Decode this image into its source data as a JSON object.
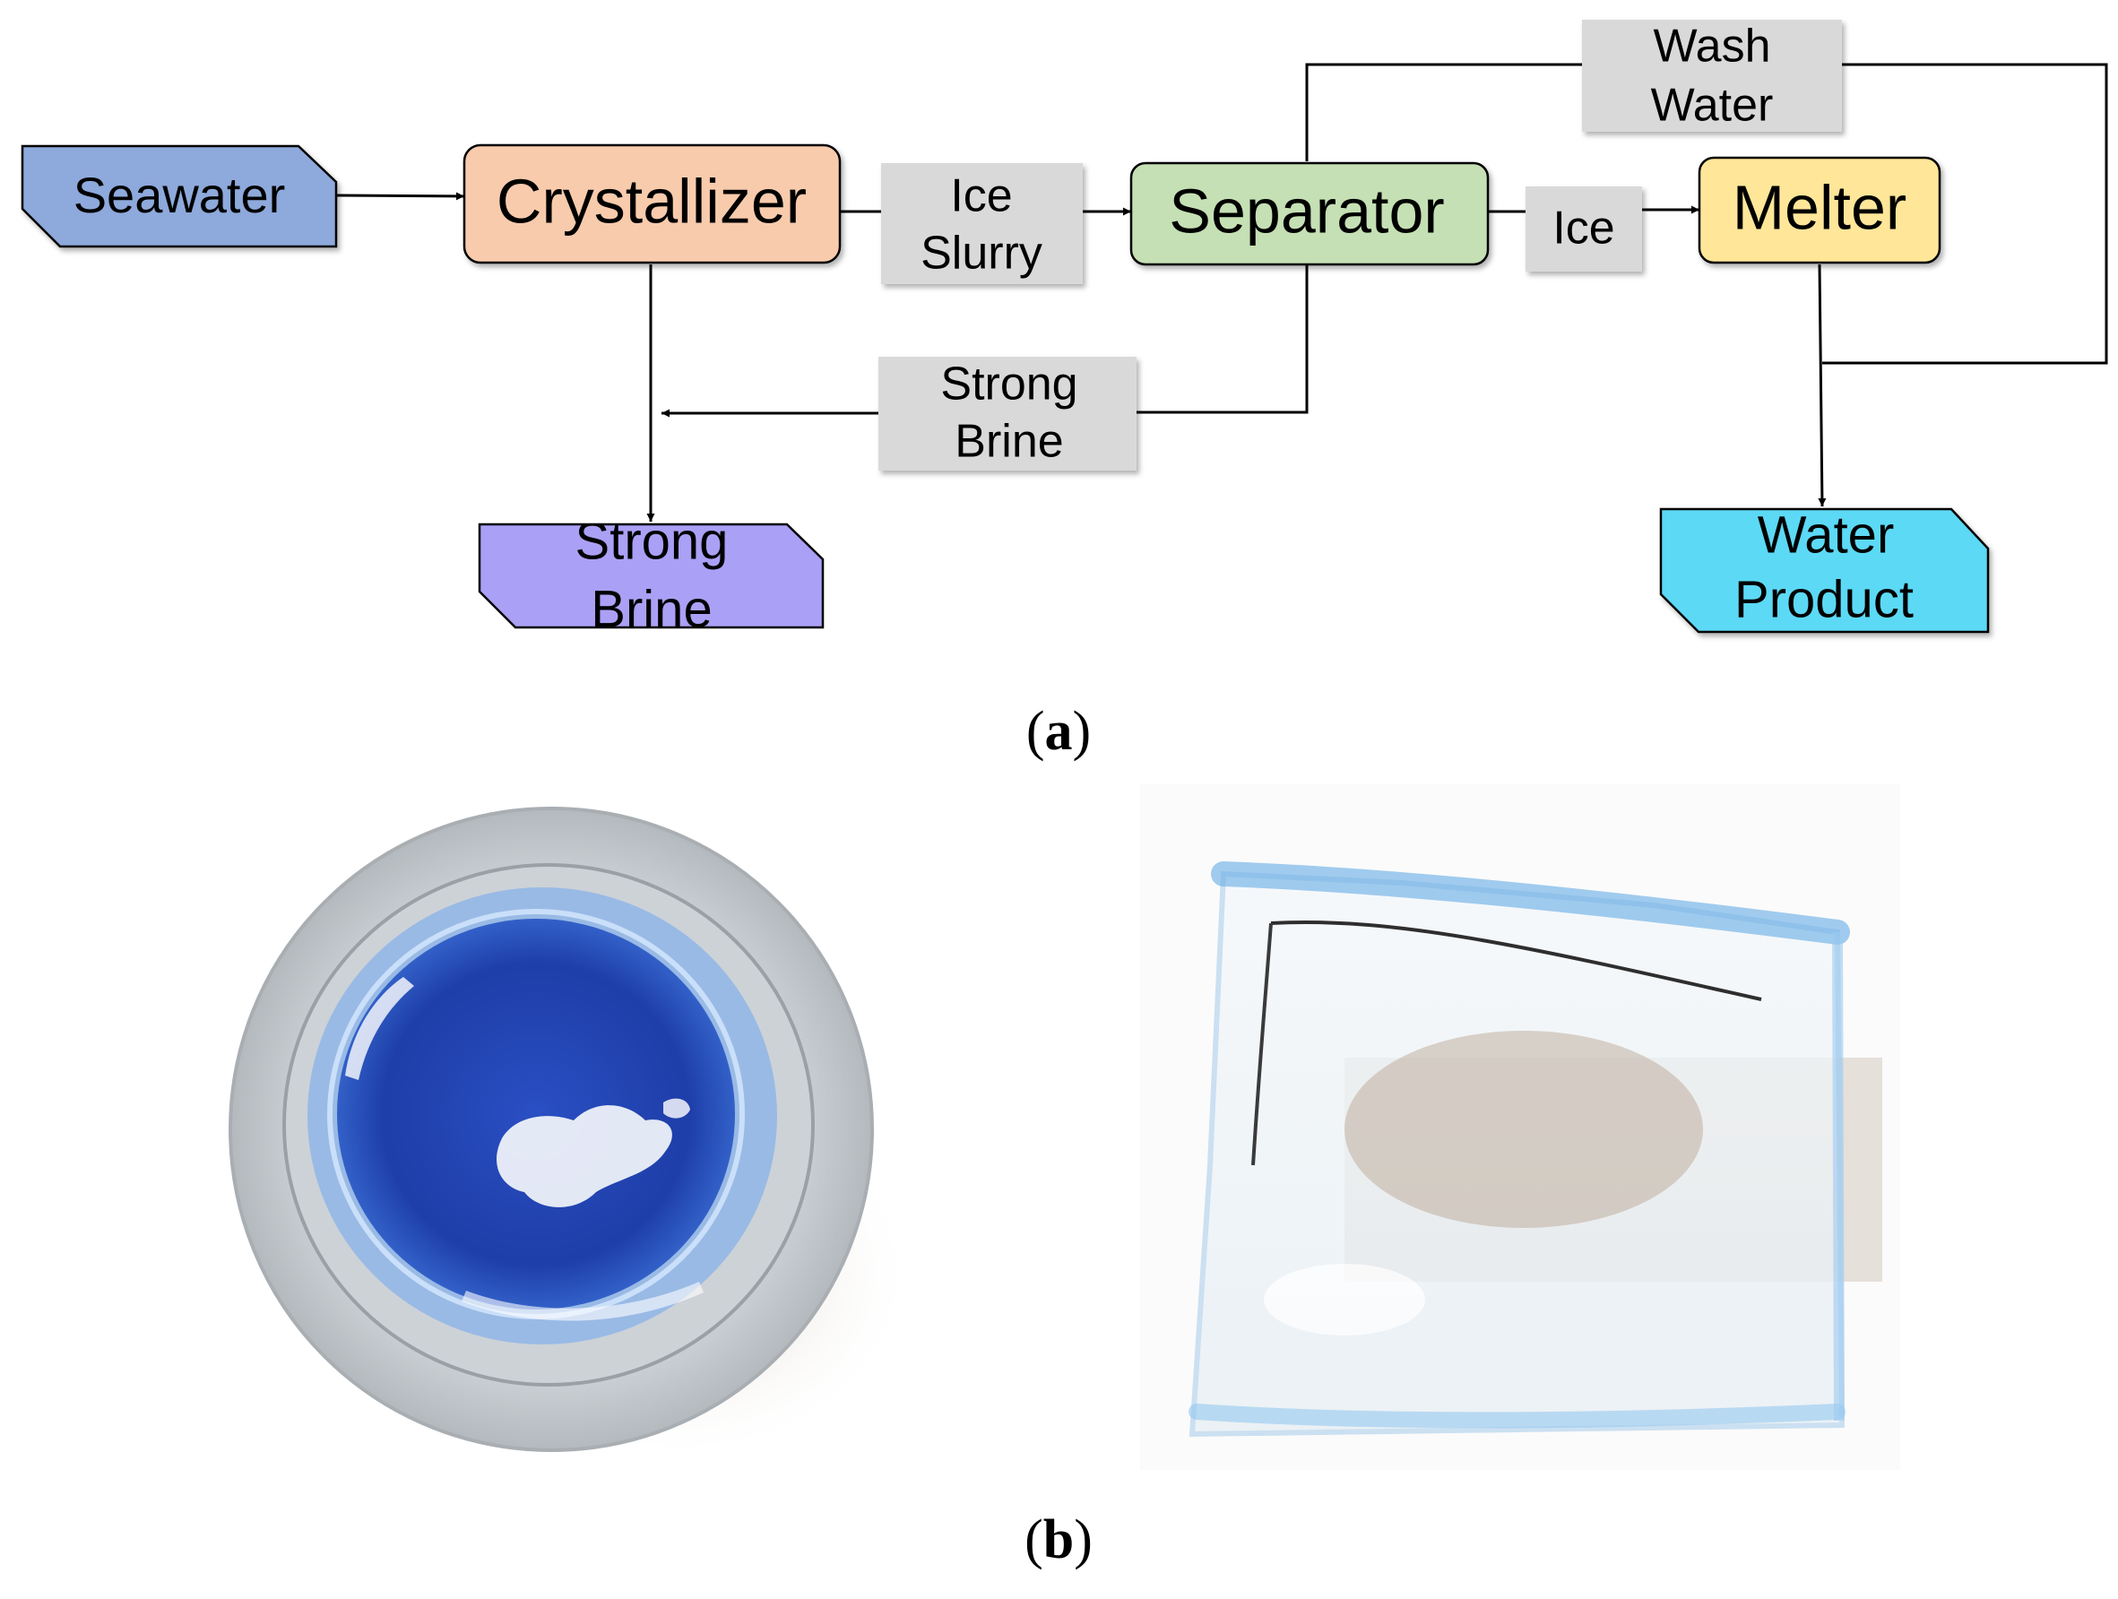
{
  "diagram": {
    "nodes": {
      "seawater": "Seawater",
      "crystallizer": "Crystallizer",
      "separator": "Separator",
      "melter": "Melter",
      "strong_brine_out": [
        "Strong",
        "Brine"
      ],
      "water_product": [
        "Water",
        "Product"
      ]
    },
    "flows": {
      "ice_slurry": [
        "Ice",
        "Slurry"
      ],
      "ice": "Ice",
      "wash_water": [
        "Wash",
        "Water"
      ],
      "strong_brine": [
        "Strong",
        "Brine"
      ]
    },
    "colors": {
      "seawater": "#8ea9db",
      "crystallizer": "#f8cbad",
      "separator": "#c5e0b4",
      "melter": "#ffe699",
      "strong_brine_out": "#aaa0f5",
      "water_product": "#5bd9f5",
      "flow_label": "#d9d9d9"
    }
  },
  "captions": {
    "a": "a",
    "b": "b"
  }
}
